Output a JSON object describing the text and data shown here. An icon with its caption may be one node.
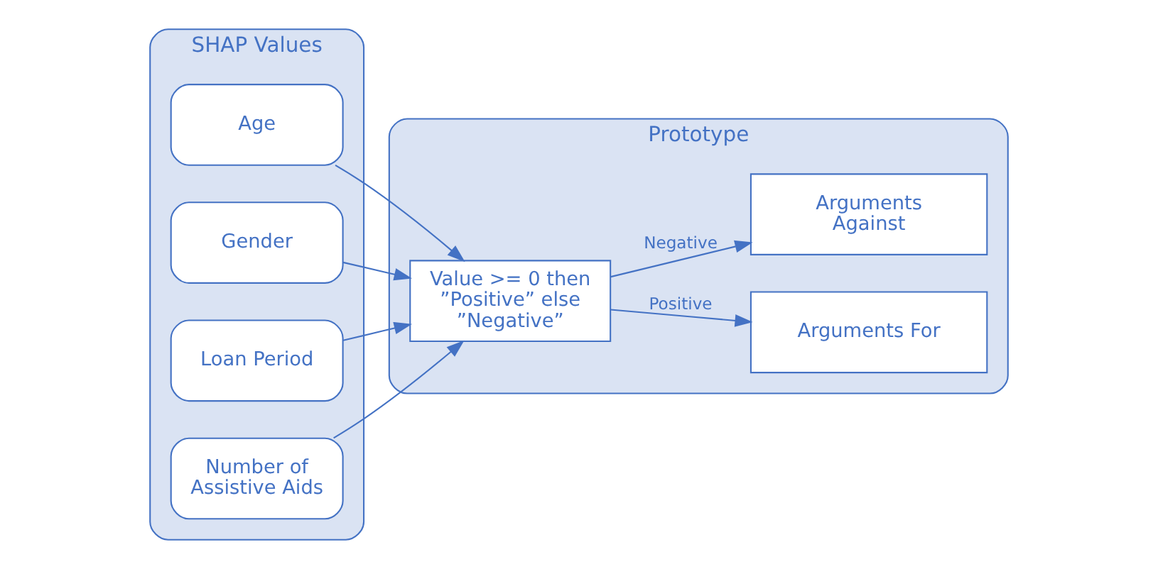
{
  "diagram": {
    "nodes": [
      {
        "text": [
          "SHAP Values"
        ]
      },
      {
        "text": [
          "Age"
        ],
        "in": 0
      },
      {
        "text": [
          "Gender"
        ],
        "in": 0
      },
      {
        "text": [
          "Loan Period"
        ],
        "in": 0
      },
      {
        "text": [
          "Number of Assistive Aids"
        ],
        "in": 0
      },
      {
        "text": [
          "Prototype"
        ]
      },
      {
        "text": [
          "Value >= 0 then ”Positive” else ”Negative”"
        ],
        "in": 5
      },
      {
        "text": [
          "Arguments For"
        ],
        "in": 5
      },
      {
        "text": [
          "Arguments Against"
        ],
        "in": 5
      }
    ],
    "edges": [
      {
        "from": 1,
        "to": 6,
        "arrow": "to"
      },
      {
        "from": 2,
        "to": 6,
        "arrow": "to"
      },
      {
        "from": 3,
        "to": 6,
        "arrow": "to"
      },
      {
        "from": 4,
        "to": 6,
        "arrow": "to"
      },
      {
        "from": 6,
        "to": 7,
        "arrow": "to",
        "label": "Positive"
      },
      {
        "from": 6,
        "to": 8,
        "arrow": "to",
        "label": "Negative"
      }
    ]
  }
}
